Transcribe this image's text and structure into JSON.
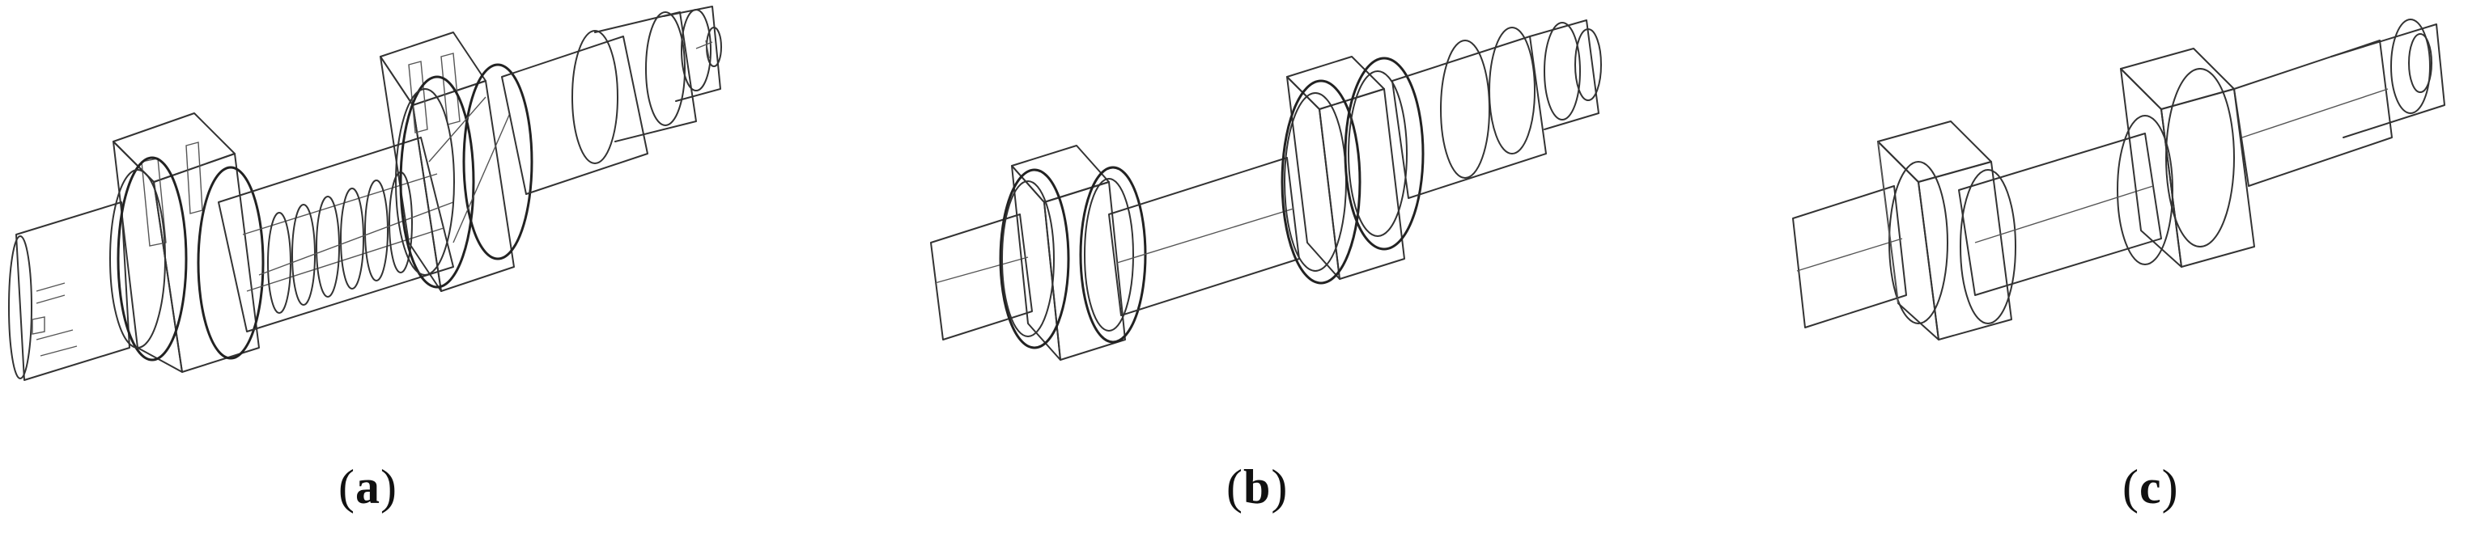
{
  "figure": {
    "panels": [
      {
        "id": "a",
        "label": "a"
      },
      {
        "id": "b",
        "label": "b"
      },
      {
        "id": "c",
        "label": "c"
      }
    ]
  },
  "colors": {
    "background": "#ffffff",
    "line": "#333333",
    "text": "#111111"
  }
}
